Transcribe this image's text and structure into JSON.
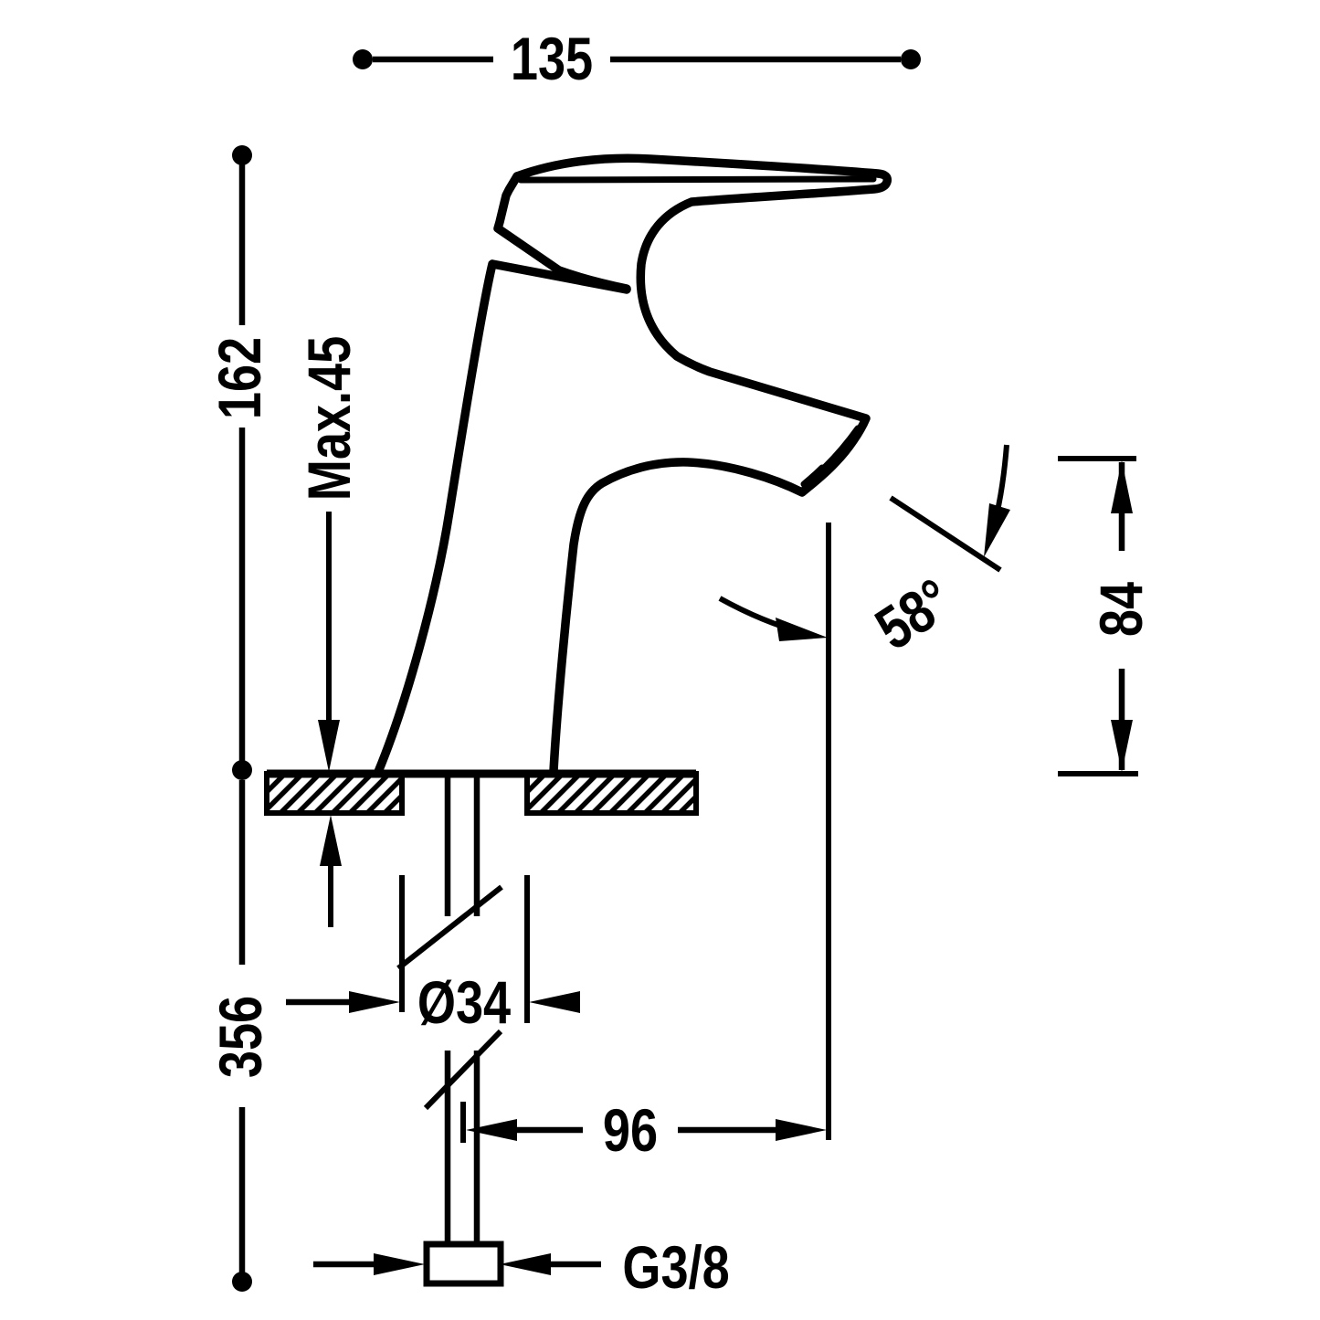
{
  "page": {
    "background": "#ffffff",
    "line_color": "#000000"
  },
  "drawing": {
    "type": "single-lever-basin-mixer-technical-dimension-drawing",
    "labels": {
      "overall_width": "135",
      "body_height": "162",
      "max_deck_thickness": "Max.45",
      "spout_angle": "58°",
      "spout_outlet_height": "84",
      "below_deck_length": "356",
      "hole_diameter": "Ø34",
      "outlet_reach": "96",
      "supply_connection": "G3/8"
    }
  }
}
